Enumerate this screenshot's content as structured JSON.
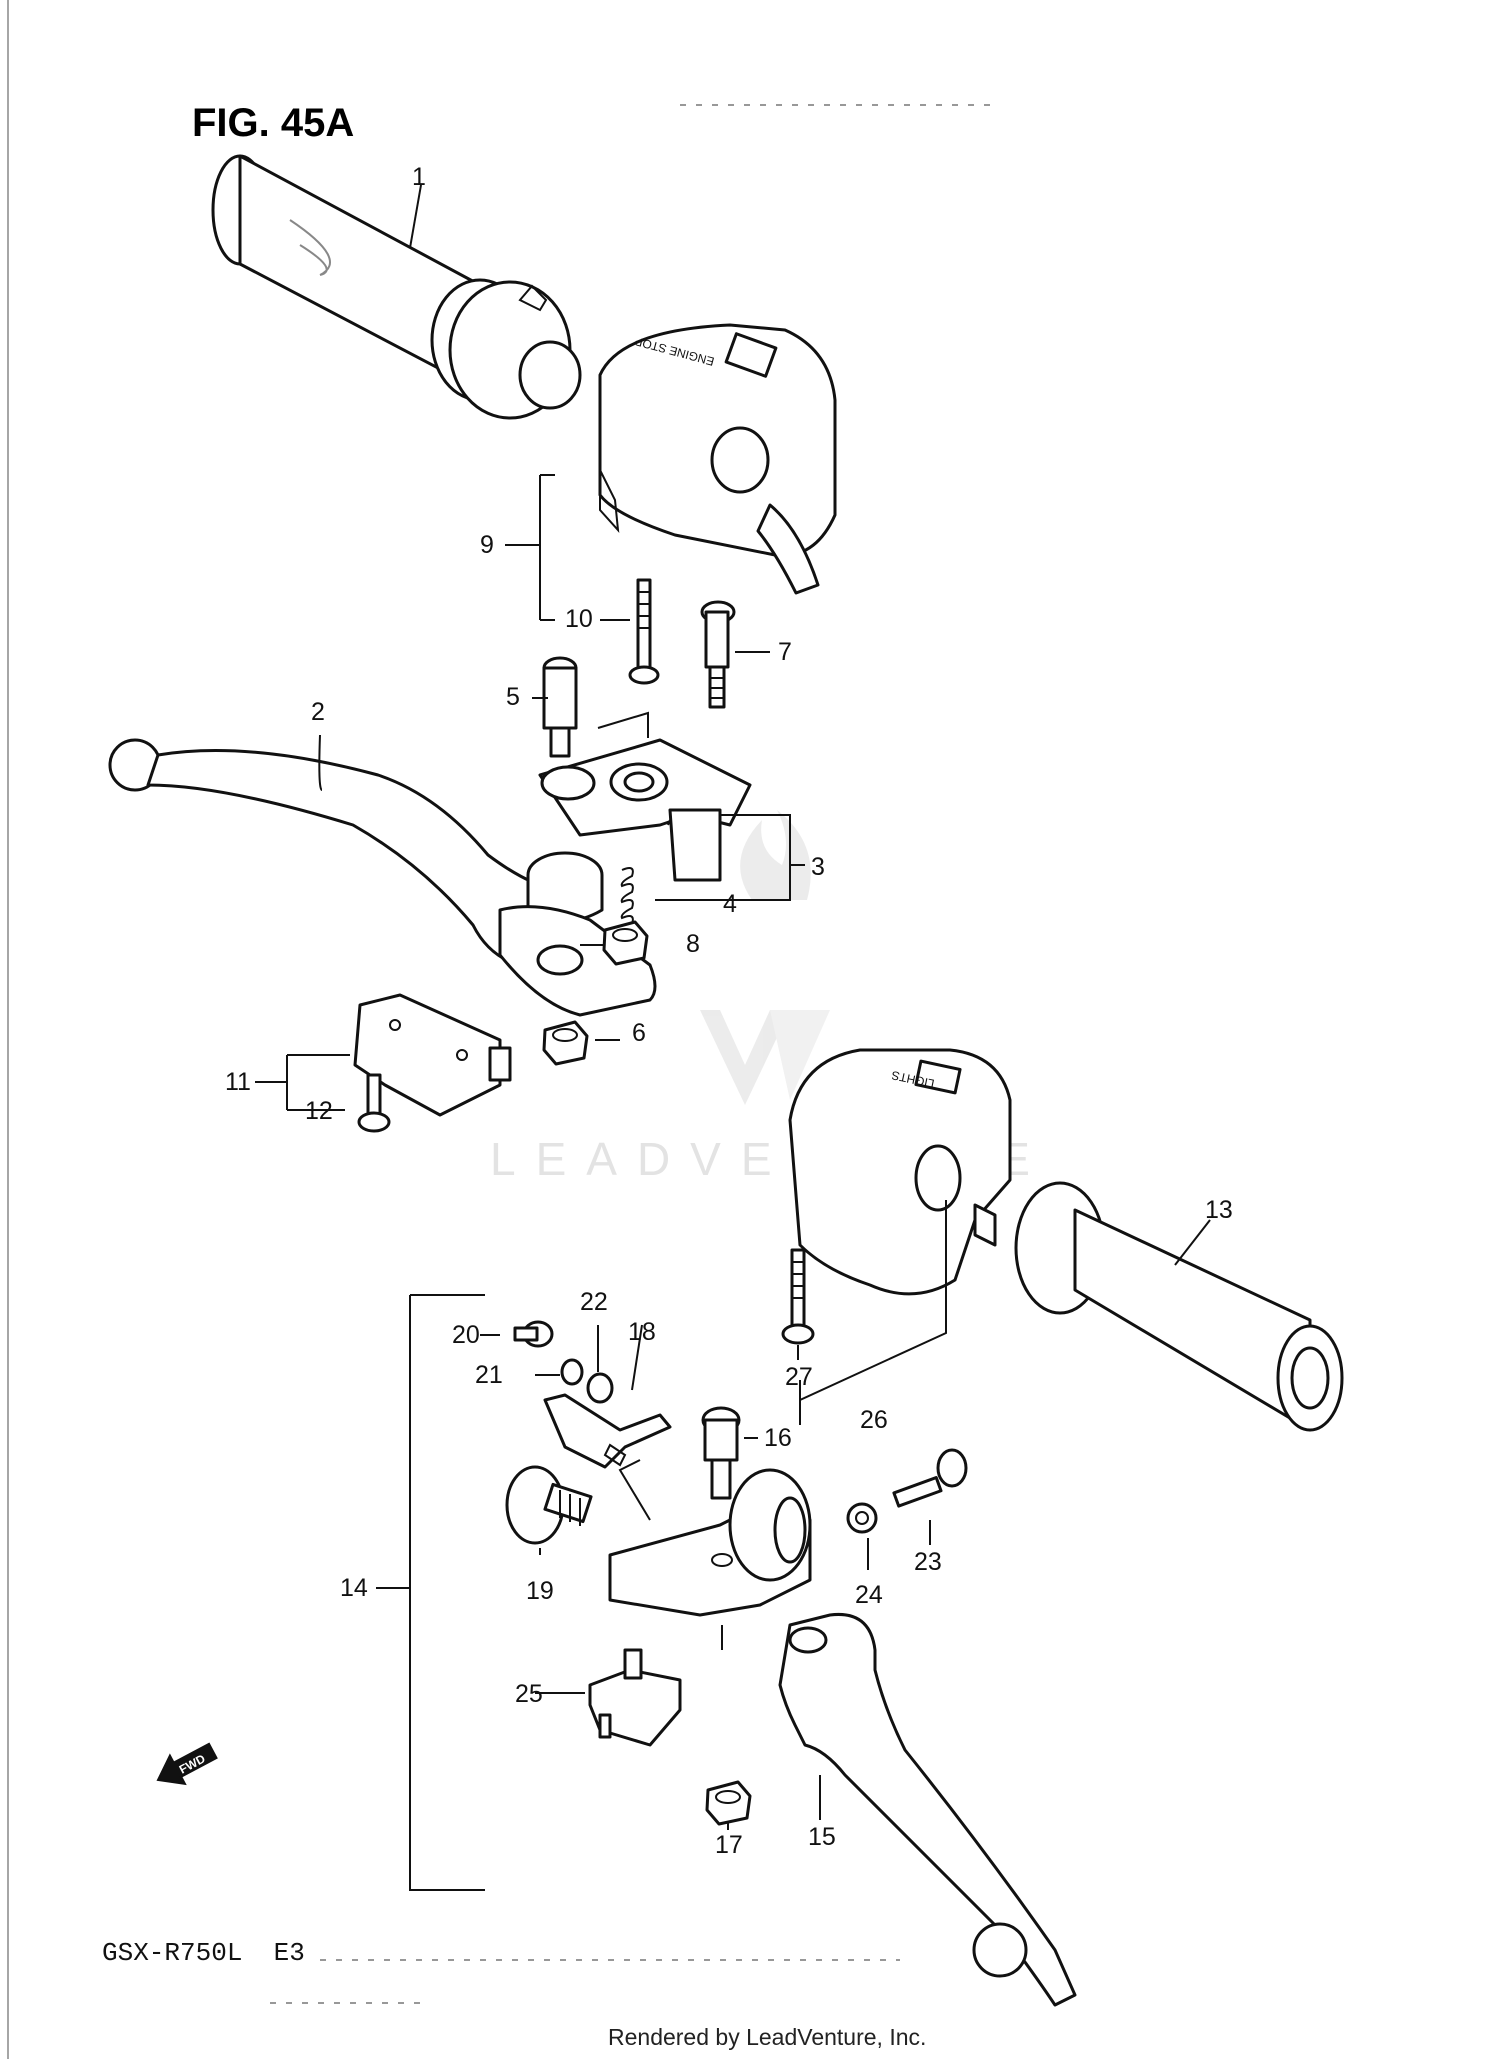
{
  "figure": {
    "title": "FIG. 45A",
    "model": "GSX-R750L  E3"
  },
  "footer": {
    "rendered_by": "Rendered by LeadVenture, Inc."
  },
  "watermark": {
    "text": "LEADVENTURE"
  },
  "decals": {
    "fwd": "FWD",
    "engine_stop": "ENGINE STOP",
    "lights": "LIGHTS"
  },
  "callouts": [
    "1",
    "2",
    "3",
    "4",
    "5",
    "6",
    "7",
    "8",
    "9",
    "10",
    "11",
    "12",
    "13",
    "14",
    "15",
    "16",
    "17",
    "18",
    "19",
    "20",
    "21",
    "22",
    "23",
    "24",
    "25",
    "26",
    "27"
  ]
}
